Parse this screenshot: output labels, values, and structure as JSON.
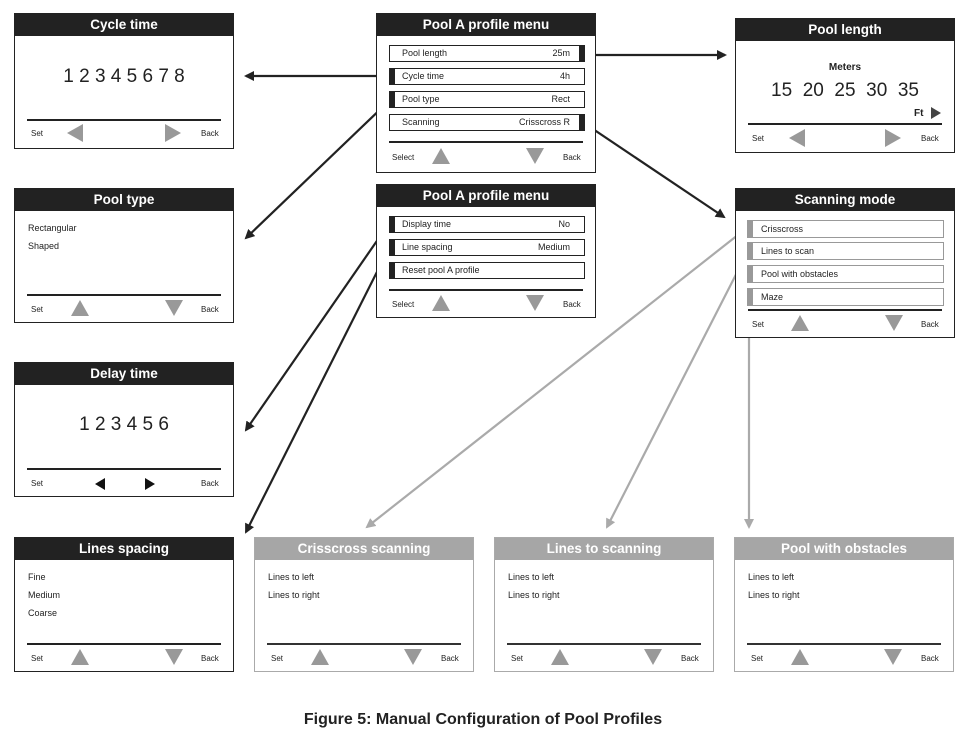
{
  "cycle_time": {
    "title": "Cycle time",
    "values": "1 2 3 4 5 6 7 8",
    "set": "Set",
    "back": "Back"
  },
  "pool_type": {
    "title": "Pool type",
    "items": [
      "Rectangular",
      "Shaped"
    ],
    "set": "Set",
    "back": "Back"
  },
  "delay_time": {
    "title": "Delay time",
    "values": "1 2 3 4 5 6",
    "set": "Set",
    "back": "Back"
  },
  "lines_spacing": {
    "title": "Lines spacing",
    "items": [
      "Fine",
      "Medium",
      "Coarse"
    ],
    "set": "Set",
    "back": "Back"
  },
  "profile_menu_1": {
    "title": "Pool A profile menu",
    "rows": [
      {
        "label": "Pool length",
        "value": "25m"
      },
      {
        "label": "Cycle time",
        "value": "4h"
      },
      {
        "label": "Pool type",
        "value": "Rect"
      },
      {
        "label": "Scanning",
        "value": "Crisscross R"
      }
    ],
    "select": "Select",
    "back": "Back"
  },
  "profile_menu_2": {
    "title": "Pool A profile menu",
    "rows": [
      {
        "label": "Display time",
        "value": "No"
      },
      {
        "label": "Line spacing",
        "value": "Medium"
      },
      {
        "label": "Reset pool A profile",
        "value": ""
      }
    ],
    "select": "Select",
    "back": "Back"
  },
  "pool_length": {
    "title": "Pool length",
    "unit": "Meters",
    "values": "15  20  25  30  35",
    "ft": "Ft",
    "set": "Set",
    "back": "Back"
  },
  "scanning_mode": {
    "title": "Scanning mode",
    "items": [
      "Crisscross",
      "Lines to scan",
      "Pool with obstacles",
      "Maze"
    ],
    "set": "Set",
    "back": "Back"
  },
  "crisscross_scanning": {
    "title": "Crisscross scanning",
    "items": [
      "Lines to left",
      "Lines to right"
    ],
    "set": "Set",
    "back": "Back"
  },
  "lines_to_scanning": {
    "title": "Lines to scanning",
    "items": [
      "Lines to left",
      "Lines to right"
    ],
    "set": "Set",
    "back": "Back"
  },
  "pool_with_obstacles": {
    "title": "Pool with obstacles",
    "items": [
      "Lines to left",
      "Lines to right"
    ],
    "set": "Set",
    "back": "Back"
  },
  "caption": "Figure 5: Manual Configuration of Pool Profiles",
  "colors": {
    "header_dark": "#222222",
    "header_grey": "#a6a6a6",
    "button_grey": "#999999",
    "arrow_dark": "#222222",
    "arrow_grey": "#aaaaaa"
  }
}
